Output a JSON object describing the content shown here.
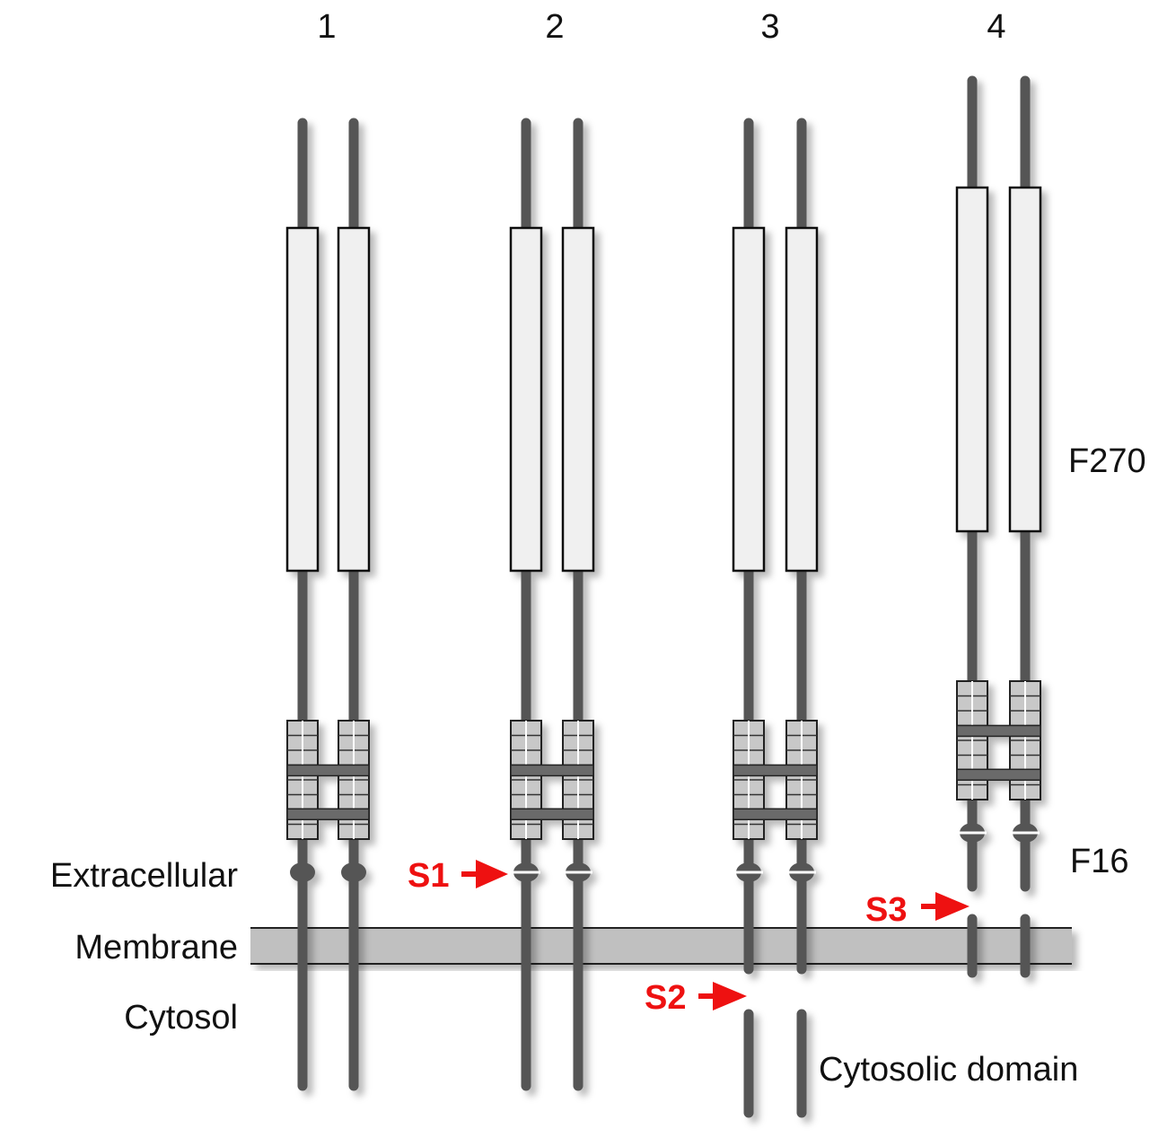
{
  "diagram": {
    "columns": [
      {
        "label": "1",
        "stage": "full"
      },
      {
        "label": "2",
        "stage": "s1"
      },
      {
        "label": "3",
        "stage": "s2"
      },
      {
        "label": "4",
        "stage": "s3"
      }
    ],
    "regions": {
      "extracellular": "Extracellular",
      "membrane": "Membrane",
      "cytosol": "Cytosol"
    },
    "fragments": {
      "f270": "F270",
      "f16": "F16",
      "cytosolic_domain": "Cytosolic domain"
    },
    "cleavage_sites": [
      {
        "label": "S1",
        "color": "#ee1111"
      },
      {
        "label": "S2",
        "color": "#ee1111"
      },
      {
        "label": "S3",
        "color": "#ee1111"
      }
    ],
    "colors": {
      "strand": "#555555",
      "membrane": "#c0c0c0",
      "box_fill": "#f0f0f0",
      "lnr_fill": "#c8c8c8",
      "cleavage": "#ee1111"
    }
  }
}
